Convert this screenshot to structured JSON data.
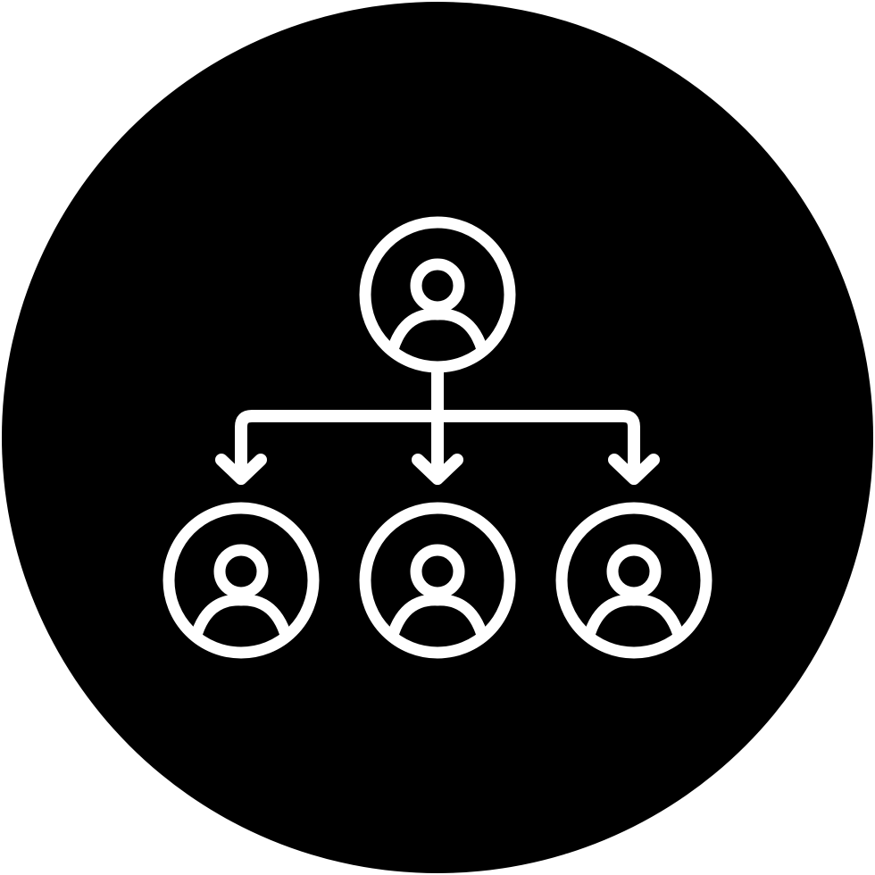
{
  "icon": {
    "name": "organization-hierarchy-icon",
    "background_color": "#FFFFFF",
    "disc_color": "#000000",
    "stroke_color": "#FFFFFF"
  },
  "nodes": [
    {
      "role": "parent",
      "icon": "user-icon"
    },
    {
      "role": "child",
      "icon": "user-icon"
    },
    {
      "role": "child",
      "icon": "user-icon"
    },
    {
      "role": "child",
      "icon": "user-icon"
    }
  ],
  "connectors": {
    "icon": "arrow-down-icon",
    "count": 3
  }
}
